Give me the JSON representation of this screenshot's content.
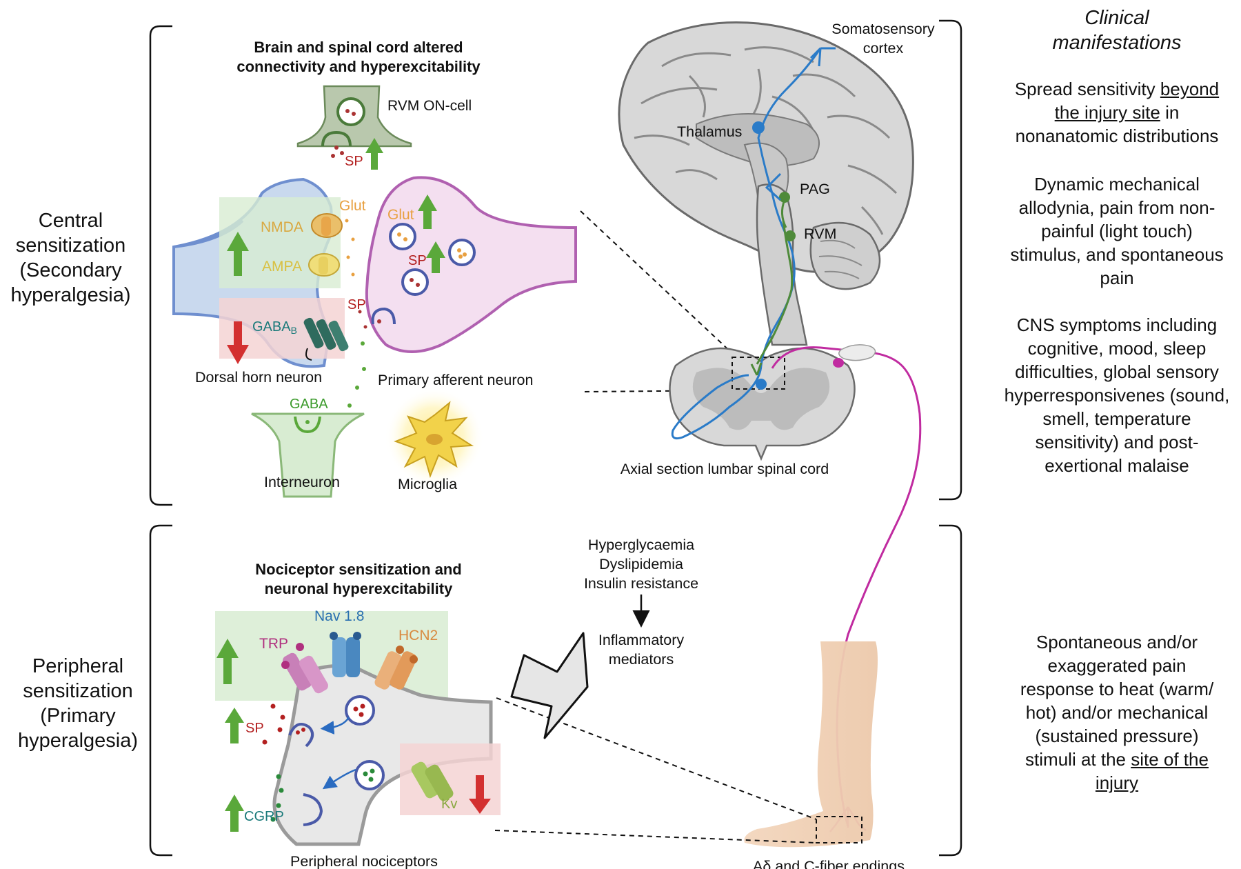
{
  "left_labels": {
    "central": [
      "Central",
      "sensitization",
      "(Secondary",
      "hyperalgesia)"
    ],
    "peripheral": [
      "Peripheral",
      "sensitization",
      "(Primary",
      "hyperalgesia)"
    ]
  },
  "central_panel": {
    "heading": [
      "Brain and spinal cord altered",
      "connectivity and hyperexcitability"
    ],
    "labels": {
      "rvm_on_cell": "RVM ON-cell",
      "sp_top": "SP",
      "glut_left": "Glut",
      "glut_right": "Glut",
      "nmda": "NMDA",
      "ampa": "AMPA",
      "sp_mid": "SP",
      "sp_cleft": "SP",
      "gaba_b": "GABA",
      "gaba_b_sub": "B",
      "dorsal_horn_neuron": "Dorsal horn neuron",
      "primary_afferent_neuron": "Primary afferent neuron",
      "gaba": "GABA",
      "interneuron": "Interneuron",
      "microglia": "Microglia"
    }
  },
  "brain_panel": {
    "labels": {
      "somatosensory_cortex": [
        "Somatosensory",
        "cortex"
      ],
      "thalamus": "Thalamus",
      "pag": "PAG",
      "rvm": "RVM",
      "axial_section": "Axial section lumbar spinal cord"
    }
  },
  "clinical": {
    "title": [
      "Clinical",
      "manifestations"
    ],
    "item1_parts": [
      "Spread sensitivity ",
      "beyond",
      "the injury site",
      " in",
      "nonanatomic distributions"
    ],
    "item2": [
      "Dynamic mechanical",
      "allodynia, pain from non-",
      "painful (light touch)",
      "stimulus, and spontaneous",
      "pain"
    ],
    "item3": [
      "CNS symptoms including",
      "cognitive, mood, sleep",
      "difficulties, global sensory",
      "hyperresponsivenes  (sound,",
      "smell, temperature",
      "sensitivity) and post-",
      "exertional malaise"
    ],
    "item4_lines": [
      "Spontaneous and/or",
      "exaggerated pain",
      "response to heat (warm/",
      "hot) and/or mechanical",
      "(sustained pressure)"
    ],
    "item4_tail": [
      "stimuli at the ",
      "site of the",
      "injury"
    ]
  },
  "peripheral_panel": {
    "heading": [
      "Nociceptor sensitization and",
      "neuronal hyperexcitability"
    ],
    "labels": {
      "trp": "TRP",
      "nav": "Nav 1.8",
      "hcn2": "HCN2",
      "sp": "SP",
      "cgrp": "CGRP",
      "kv": "Kv",
      "peripheral_nociceptors": "Peripheral nociceptors"
    }
  },
  "metabolic": {
    "factors": [
      "Hyperglycaemia",
      "Dyslipidemia",
      "Insulin resistance"
    ],
    "mediators": [
      "Inflammatory",
      "mediators"
    ]
  },
  "foot_label": "Aδ and C-fiber endings",
  "colors": {
    "dorsal_horn_blue": "#6f8fcf",
    "afferent_magenta": "#b060b0",
    "pathway_blue": "#2a7bc8",
    "pathway_green": "#4e8a3a",
    "nerve_magenta": "#c02ba0",
    "up_arrow_green": "#5aa83a",
    "down_arrow_red": "#d33030",
    "sp_red": "#b32020",
    "glut_orange": "#e8a040",
    "gaba_teal": "#1a7a7a"
  }
}
